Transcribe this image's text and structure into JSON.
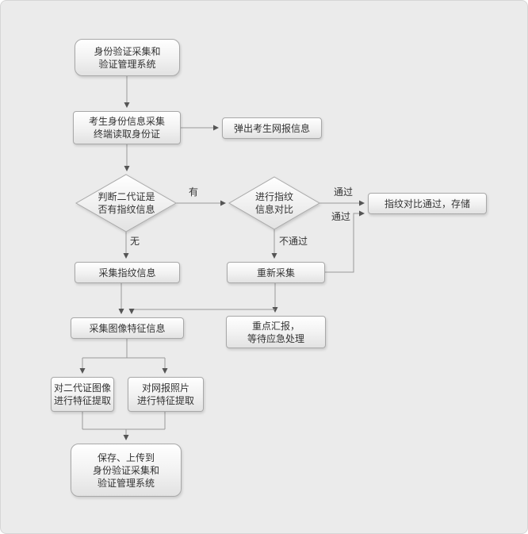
{
  "diagram": {
    "nodes": {
      "start": {
        "label": "身份验证采集和\n验证管理系统"
      },
      "read_id": {
        "label": "考生身份信息采集\n终端读取身份证"
      },
      "popup": {
        "label": "弹出考生网报信息"
      },
      "check_fp": {
        "label": "判断二代证是\n否有指纹信息"
      },
      "compare_fp": {
        "label": "进行指纹\n信息对比"
      },
      "store": {
        "label": "指纹对比通过，存储"
      },
      "recollect": {
        "label": "重新采集"
      },
      "collect_fp": {
        "label": "采集指纹信息"
      },
      "collect_img": {
        "label": "采集图像特征信息"
      },
      "report": {
        "label": "重点汇报，\n等待应急处理"
      },
      "extract_id": {
        "label": "对二代证图像\n进行特征提取"
      },
      "extract_photo": {
        "label": "对网报照片\n进行特征提取"
      },
      "end": {
        "label": "保存、上传到\n身份验证采集和\n验证管理系统"
      }
    },
    "edge_labels": {
      "yes": "有",
      "no": "无",
      "pass_top": "通过",
      "fail": "不通过",
      "pass_loop": "通过"
    },
    "colors": {
      "background": "#ebebeb",
      "node_border": "#a8a8a8",
      "line": "#9a9a9a",
      "arrow": "#555555",
      "text": "#333333"
    }
  }
}
